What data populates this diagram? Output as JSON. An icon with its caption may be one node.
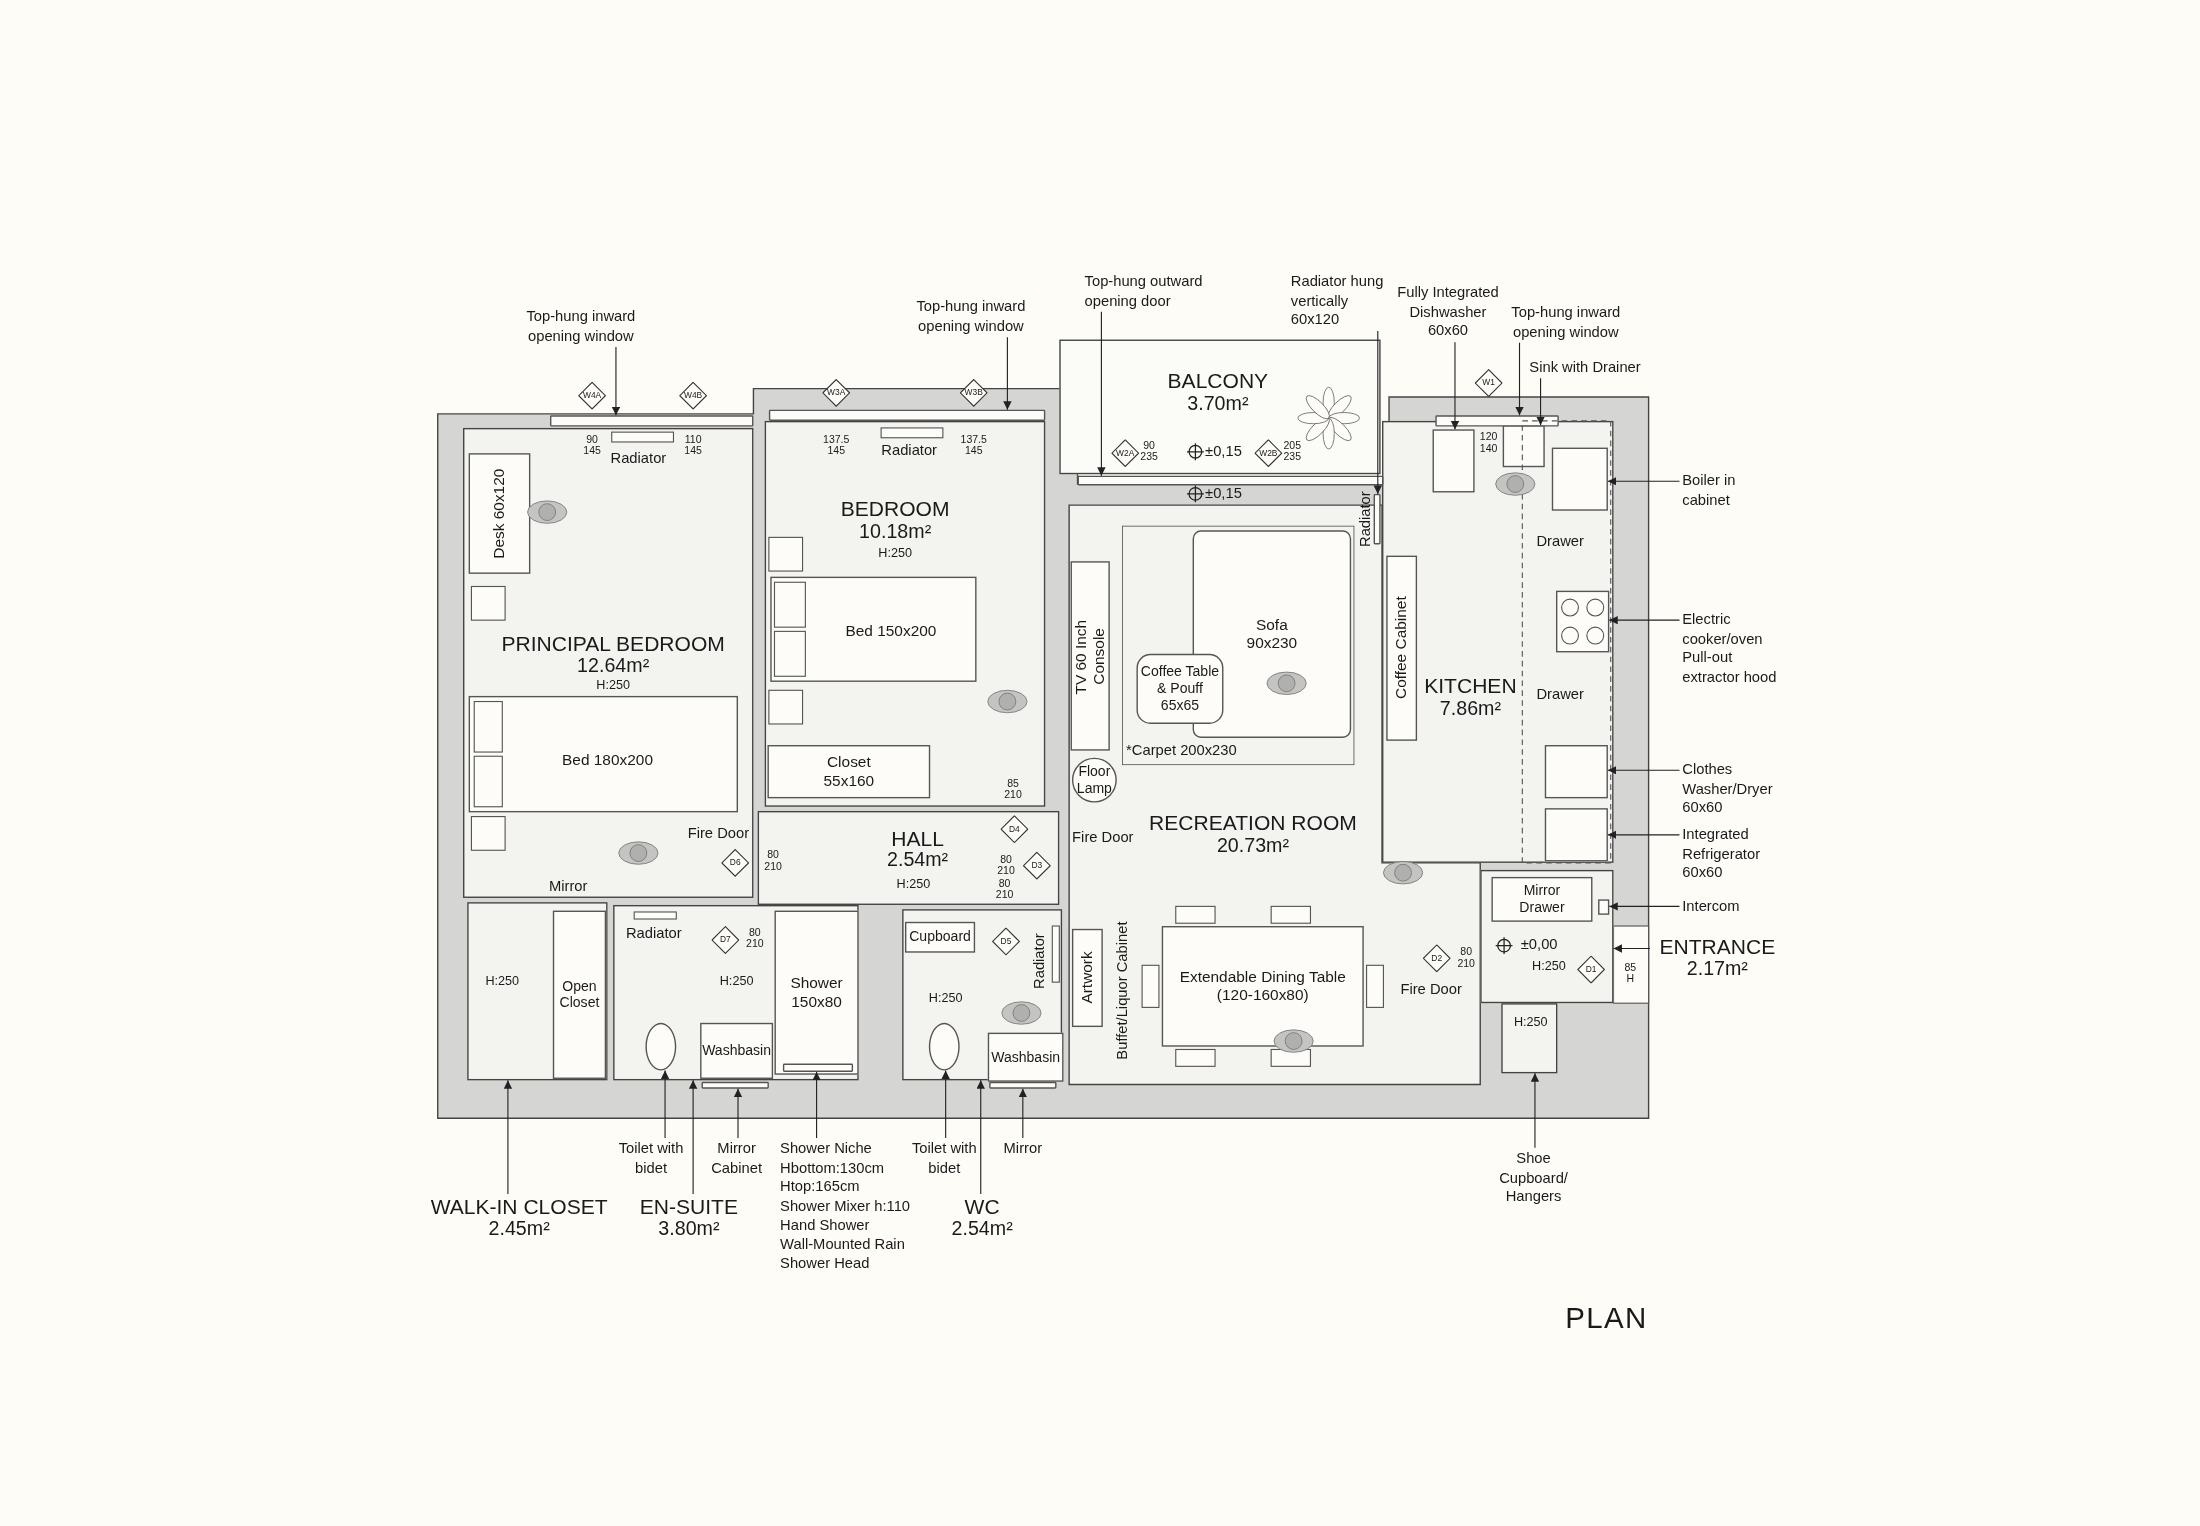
{
  "diagram": {
    "title": "PLAN",
    "nodes": [
      {
        "text": [
          "PRINCIPAL BEDROOM",
          "12.64m²",
          "H:250"
        ]
      },
      {
        "text": [
          "Desk 60x120"
        ],
        "in": 0
      },
      {
        "text": [
          "Bed 180x200"
        ],
        "in": 0
      },
      {
        "text": [
          "H:250"
        ]
      },
      {
        "text": [
          "Open Closet"
        ],
        "in": 3
      },
      {
        "text": [
          "H:250"
        ]
      },
      {
        "text": [
          "Washbasin"
        ],
        "in": 5
      },
      {
        "text": [
          "Shower 150x80"
        ],
        "in": 5
      },
      {
        "text": [
          "BEDROOM",
          "10.18m²",
          "H:250"
        ]
      },
      {
        "text": [
          "Bed 150x200"
        ],
        "in": 8
      },
      {
        "text": [
          "Closet 55x160"
        ],
        "in": 8
      },
      {
        "text": [
          "HALL",
          "2.54m²",
          "H:250"
        ]
      },
      {
        "text": [
          "H:250"
        ]
      },
      {
        "text": [
          "Cupboard"
        ],
        "in": 12
      },
      {
        "text": [
          "Washbasin"
        ],
        "in": 12
      },
      {
        "text": [
          "BALCONY",
          "3.70m²"
        ]
      },
      {
        "text": [
          "RECREATION ROOM",
          "20.73m²"
        ]
      },
      {
        "text": [
          "TV 60 Inch Console"
        ],
        "in": 16
      },
      {
        "text": [
          "Sofa 90x230"
        ],
        "in": 16
      },
      {
        "text": [
          "Coffee Table & Pouff 65x65"
        ],
        "in": 16
      },
      {
        "text": [
          "Floor Lamp"
        ],
        "in": 16
      },
      {
        "text": [
          "Artwork"
        ],
        "in": 16
      },
      {
        "text": [
          "Extendable Dining Table (120-160x80)"
        ],
        "in": 16
      },
      {
        "text": [
          "KITCHEN",
          "7.86m²"
        ]
      },
      {
        "text": [
          "Coffee Cabinet"
        ],
        "in": 23
      },
      {
        "text": [
          "H:250"
        ]
      },
      {
        "text": [
          "Mirror Drawer"
        ],
        "in": 25
      },
      {
        "text": [
          "H:250"
        ]
      },
      {
        "text": [
          "W4A"
        ],
        "beside": [
          "90",
          "145"
        ]
      },
      {
        "text": [
          "W4B"
        ],
        "beside": [
          "110",
          "145"
        ]
      },
      {
        "text": [
          "W3A"
        ],
        "beside": [
          "137.5",
          "145"
        ]
      },
      {
        "text": [
          "W3B"
        ],
        "beside": [
          "137.5",
          "145"
        ]
      },
      {
        "text": [
          "W2A"
        ],
        "beside": [
          "90",
          "235"
        ],
        "in": 15
      },
      {
        "text": [
          "W2B"
        ],
        "beside": [
          "205",
          "235"
        ],
        "in": 15
      },
      {
        "text": [
          "W1"
        ],
        "beside": [
          "120",
          "140"
        ]
      },
      {
        "text": [
          "D6"
        ],
        "beside": [
          "80",
          "210"
        ],
        "in": 0
      },
      {
        "text": [
          "D7"
        ],
        "beside": [
          "80",
          "210"
        ],
        "in": 5
      },
      {
        "text": [
          "D4"
        ],
        "beside": [
          "85",
          "210"
        ],
        "in": 11
      },
      {
        "text": [
          "D3"
        ],
        "beside": [
          "80",
          "210"
        ],
        "in": 11
      },
      {
        "text": [
          "D5"
        ],
        "beside": [
          "80",
          "210"
        ],
        "in": 12
      },
      {
        "text": [
          "D2"
        ],
        "beside": [
          "80",
          "210"
        ],
        "in": 16
      },
      {
        "text": [
          "D1"
        ],
        "beside": [
          "85",
          "H"
        ],
        "in": 25
      },
      {
        "text": [
          "Top-hung inward opening window"
        ]
      },
      {
        "text": [
          "Top-hung inward opening window"
        ]
      },
      {
        "text": [
          "Top-hung outward opening door"
        ]
      },
      {
        "text": [
          "Radiator hung vertically 60x120"
        ]
      },
      {
        "text": [
          "Fully Integrated Dishwasher 60x60"
        ]
      },
      {
        "text": [
          "Top-hung inward opening window"
        ]
      },
      {
        "text": [
          "Sink with Drainer"
        ]
      },
      {
        "text": [
          "Boiler in cabinet"
        ]
      },
      {
        "text": [
          "Electric cooker/oven Pull-out extractor hood"
        ]
      },
      {
        "text": [
          "Clothes Washer/Dryer 60x60"
        ]
      },
      {
        "text": [
          "Integrated Refrigerator 60x60"
        ]
      },
      {
        "text": [
          "Intercom"
        ]
      },
      {
        "text": [
          "ENTRANCE",
          "2.17m²"
        ]
      },
      {
        "text": [
          "Shoe Cupboard/ Hangers"
        ]
      },
      {
        "text": [
          "Toilet with bidet"
        ]
      },
      {
        "text": [
          "Mirror Cabinet"
        ]
      },
      {
        "text": [
          "Shower Niche",
          "Hbottom:130cm",
          "Htop:165cm",
          "Shower Mixer h:110",
          "Hand Shower",
          "Wall-Mounted Rain Shower Head"
        ]
      },
      {
        "text": [
          "Toilet with bidet"
        ]
      },
      {
        "text": [
          "Mirror"
        ]
      },
      {
        "text": [
          "WALK-IN CLOSET",
          "2.45m²"
        ]
      },
      {
        "text": [
          "EN-SUITE",
          "3.80m²"
        ]
      },
      {
        "text": [
          "WC",
          "2.54m²"
        ]
      },
      {
        "text": [],
        "shape": "bar"
      },
      {
        "text": [],
        "shape": "bar"
      },
      {
        "text": [],
        "shape": "bar"
      },
      {
        "text": [],
        "shape": "bar"
      },
      {
        "text": [],
        "shape": "bar"
      },
      {
        "text": [],
        "shape": "box",
        "in": 23
      },
      {
        "text": [],
        "shape": "box",
        "in": 23
      },
      {
        "text": [],
        "shape": "box",
        "in": 23
      },
      {
        "text": [],
        "shape": "box",
        "in": 23
      },
      {
        "text": [],
        "shape": "box",
        "in": 23
      },
      {
        "text": [],
        "shape": "box",
        "in": 23
      },
      {
        "text": [],
        "shape": "box",
        "in": 25
      },
      {
        "text": [],
        "shape": "ellipse",
        "in": 5
      },
      {
        "text": [],
        "shape": "bar"
      },
      {
        "text": [],
        "shape": "bar",
        "in": 7
      },
      {
        "text": [],
        "shape": "ellipse",
        "in": 12
      },
      {
        "text": [],
        "shape": "bar"
      }
    ],
    "edges": [
      {
        "from": 42,
        "to": 64,
        "arrow": "to"
      },
      {
        "from": 43,
        "to": 65,
        "arrow": "to"
      },
      {
        "from": 44,
        "to": 66,
        "arrow": "to"
      },
      {
        "from": 45,
        "to": 68,
        "arrow": "to"
      },
      {
        "from": 46,
        "to": 69,
        "arrow": "to"
      },
      {
        "from": 47,
        "to": 67,
        "arrow": "to"
      },
      {
        "from": 48,
        "to": 70,
        "arrow": "to"
      },
      {
        "from": 49,
        "to": 71,
        "arrow": "to"
      },
      {
        "from": 50,
        "to": 72,
        "arrow": "to"
      },
      {
        "from": 51,
        "to": 73,
        "arrow": "to"
      },
      {
        "from": 52,
        "to": 74,
        "arrow": "to"
      },
      {
        "from": 53,
        "to": 75,
        "arrow": "to"
      },
      {
        "from": 54,
        "to": 25,
        "arrow": "to"
      },
      {
        "from": 55,
        "to": 27,
        "arrow": "to"
      },
      {
        "from": 56,
        "to": 76,
        "arrow": "to"
      },
      {
        "from": 57,
        "to": 77,
        "arrow": "to"
      },
      {
        "from": 58,
        "to": 78,
        "arrow": "to"
      },
      {
        "from": 59,
        "to": 79,
        "arrow": "to"
      },
      {
        "from": 60,
        "to": 80,
        "arrow": "to"
      },
      {
        "from": 61,
        "to": 3,
        "arrow": "to"
      },
      {
        "from": 62,
        "to": 5,
        "arrow": "to"
      },
      {
        "from": 63,
        "to": 12,
        "arrow": "to"
      }
    ],
    "labels": [
      "Radiator",
      "Radiator",
      "±0,15",
      "±0,15",
      "Radiator",
      "Drawer",
      "Drawer",
      "*Carpet 200x230",
      "Fire Door",
      "Fire Door",
      "Mirror",
      "Radiator",
      "Radiator",
      "±0,00",
      "Buffet/Liquor Cabinet",
      "Fire Door"
    ]
  }
}
